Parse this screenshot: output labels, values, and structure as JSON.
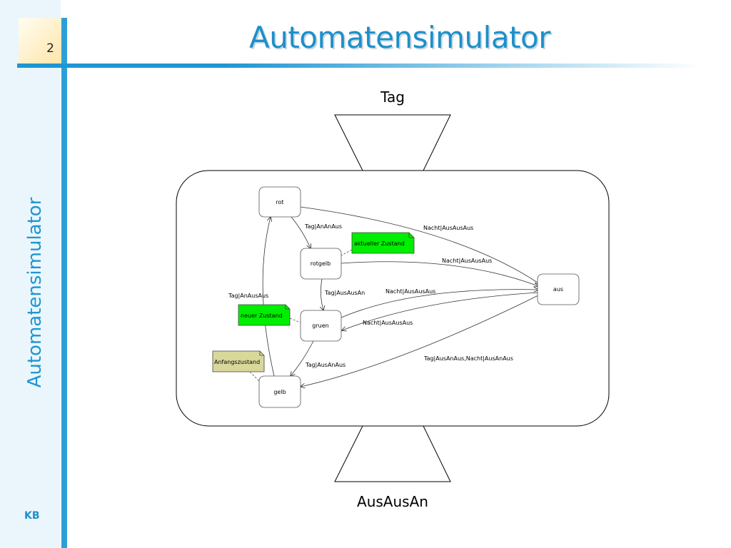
{
  "slide": {
    "number": "2",
    "title": "Automatensimulator",
    "side_title": "Automatensimulator",
    "footer": "KB"
  },
  "diagram": {
    "input_label": "Tag",
    "output_label": "AusAusAn",
    "states": {
      "rot": "rot",
      "rotgelb": "rotgelb",
      "gruen": "gruen",
      "gelb": "gelb",
      "aus": "aus"
    },
    "notes": {
      "current": "aktueller Zustand",
      "new": "neuer Zustand",
      "initial": "Anfangszustand"
    },
    "edges": {
      "rot_rotgelb": "Tag|AnAnAus",
      "rot_aus": "Nacht|AusAusAus",
      "rotgelb_aus": "Nacht|AusAusAus",
      "rotgelb_gruen": "Tag|AusAusAn",
      "gruen_aus": "Nacht|AusAusAus",
      "aus_gruen": "Nacht|AusAusAus",
      "gelb_rot": "Tag|AnAusAus",
      "gruen_gelb": "Tag|AusAnAus",
      "aus_gelb": "Tag|AusAnAus,Nacht|AusAnAus"
    },
    "colors": {
      "current_note": "#00ee00",
      "new_note": "#00ee00",
      "initial_note": "#d8d89a"
    }
  }
}
